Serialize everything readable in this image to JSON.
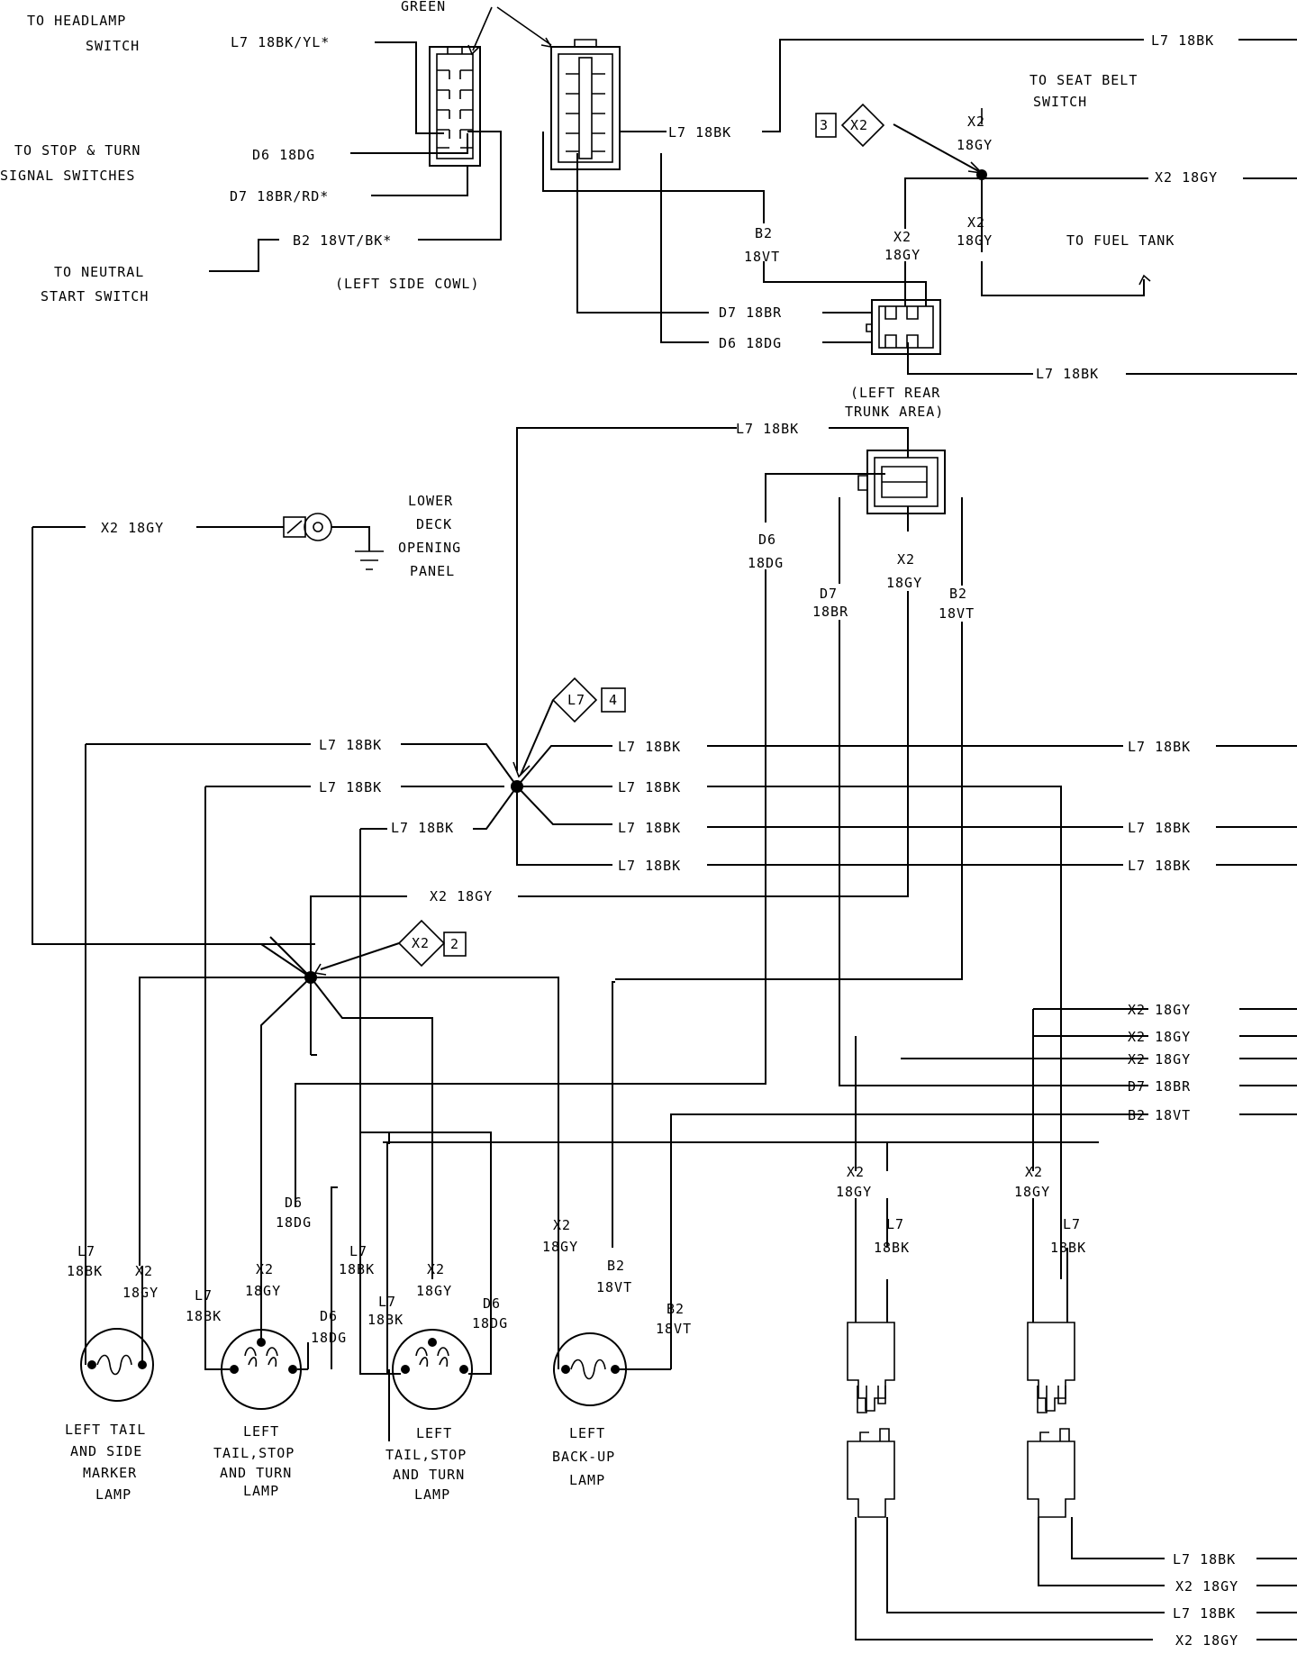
{
  "top_labels": {
    "green": "GREEN",
    "headlamp_1": "TO HEADLAMP",
    "headlamp_2": "SWITCH",
    "headlamp_wire": "L7 18BK/YL*",
    "stopturn_1": "TO STOP & TURN",
    "stopturn_2": "SIGNAL SWITCHES",
    "d6_wire": "D6 18DG",
    "d7_wire": "D7 18BR/RD*",
    "neutral_1": "TO NEUTRAL",
    "neutral_2": "START SWITCH",
    "b2_wire": "B2 18VT/BK*",
    "left_cowl": "(LEFT SIDE COWL)",
    "top_l7_right": "L7 18BK",
    "conn_l7": "L7 18BK",
    "seatbelt_1": "TO SEAT BELT",
    "seatbelt_2": "SWITCH",
    "splice_x2_3_num": "3",
    "splice_x2_3_id": "X2",
    "x2_a": "X2",
    "x2_a2": "18GY",
    "x2_right": "X2 18GY",
    "b2_vert_1": "B2",
    "b2_vert_2": "18VT",
    "x2_b": "X2",
    "x2_b2": "18GY",
    "x2_c": "X2",
    "x2_c2": "18GY",
    "fuel_tank": "TO FUEL TANK",
    "d7_18br": "D7 18BR",
    "d6_18dg": "D6 18DG",
    "trunk_l7": "L7 18BK",
    "trunk_area_1": "(LEFT REAR",
    "trunk_area_2": "TRUNK AREA)"
  },
  "mid_labels": {
    "l7_top_run": "L7 18BK",
    "x2_deck": "X2 18GY",
    "lower_deck_1": "LOWER",
    "lower_deck_2": "DECK",
    "lower_deck_3": "OPENING",
    "lower_deck_4": "PANEL",
    "d6_v1": "D6",
    "d6_v2": "18DG",
    "x2_v1": "X2",
    "x2_v2": "18GY",
    "d7_v1": "D7",
    "d7_v2": "18BR",
    "b2_v1": "B2",
    "b2_v2": "18VT",
    "splice_l7_id": "L7",
    "splice_l7_num": "4",
    "splice_x2_id": "X2",
    "splice_x2_num": "2",
    "l7_left_1": "L7 18BK",
    "l7_left_2": "L7 18BK",
    "l7_left_3": "L7 18BK",
    "l7_right_1": "L7 18BK",
    "l7_right_2": "L7 18BK",
    "l7_right_3": "L7 18BK",
    "l7_right_4": "L7 18BK",
    "l7_edge_1": "L7 18BK",
    "l7_edge_2": "L7 18BK",
    "l7_edge_3": "L7 18BK",
    "x2_gy_run": "X2 18GY"
  },
  "right_bus": [
    "X2 18GY",
    "X2 18GY",
    "X2 18GY",
    "D7 18BR",
    "B2 18VT"
  ],
  "bottom_bus": [
    "L7 18BK",
    "X2 18GY",
    "L7 18BK",
    "X2 18GY"
  ],
  "lamp_wires": {
    "a_l7": "L7",
    "a_l7b": "18BK",
    "a_x2": "X2",
    "a_x2b": "18GY",
    "b_l7": "L7",
    "b_l7b": "18BK",
    "b_x2": "X2",
    "b_x2b": "18GY",
    "b_d6": "D6",
    "b_d6b": "18DG",
    "c_d6top": "D6",
    "c_d6topb": "18DG",
    "c_l7top": "L7",
    "c_l7topb": "18BK",
    "c_l7": "L7",
    "c_l7b": "18BK",
    "c_x2": "X2",
    "c_x2b": "18GY",
    "c_d6": "D6",
    "c_d6b": "18DG",
    "d_x2": "X2",
    "d_x2b": "18GY",
    "d_b2": "B2",
    "d_b2b": "18VT",
    "d_b2c": "B2",
    "d_b2cb": "18VT",
    "p1_x2": "X2",
    "p1_x2b": "18GY",
    "p1_l7": "L7",
    "p1_l7b": "18BK",
    "p2_x2": "X2",
    "p2_x2b": "18GY",
    "p2_l7": "L7",
    "p2_l7b": "18BK"
  },
  "lamps": [
    {
      "l1": "LEFT TAIL",
      "l2": "AND SIDE",
      "l3": "MARKER",
      "l4": "LAMP"
    },
    {
      "l1": "LEFT",
      "l2": "TAIL,STOP",
      "l3": "AND TURN",
      "l4": "LAMP"
    },
    {
      "l1": "LEFT",
      "l2": "TAIL,STOP",
      "l3": "AND TURN",
      "l4": "LAMP"
    },
    {
      "l1": "LEFT",
      "l2": "BACK-UP",
      "l3": "LAMP",
      "l4": ""
    }
  ]
}
